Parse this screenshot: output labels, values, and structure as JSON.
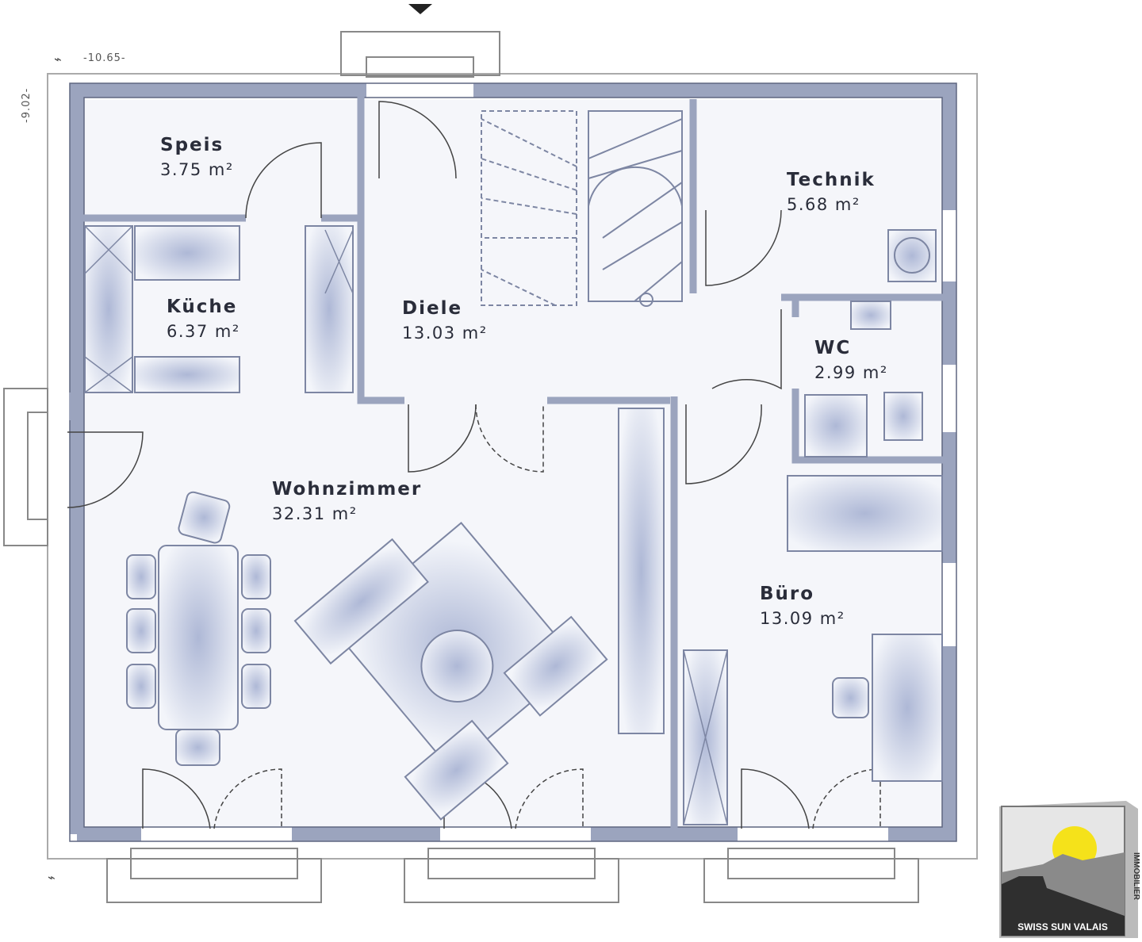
{
  "dimensions": {
    "width_label": "-10.65-",
    "depth_label": "-9.02-"
  },
  "rooms": [
    {
      "name": "Speis",
      "area": "3.75 m²"
    },
    {
      "name": "Küche",
      "area": "6.37 m²"
    },
    {
      "name": "Diele",
      "area": "13.03 m²"
    },
    {
      "name": "Technik",
      "area": "5.68 m²"
    },
    {
      "name": "WC",
      "area": "2.99 m²"
    },
    {
      "name": "Wohnzimmer",
      "area": "32.31 m²"
    },
    {
      "name": "Büro",
      "area": "13.09 m²"
    }
  ],
  "logo": {
    "text": "SWISS SUN VALAIS",
    "side_text": "IMMOBILIER"
  },
  "colors": {
    "wall": "#9ba4be",
    "wall_dark": "#5f6680",
    "floor_tint": "#e8ebf3",
    "sun": "#f5e21a"
  }
}
